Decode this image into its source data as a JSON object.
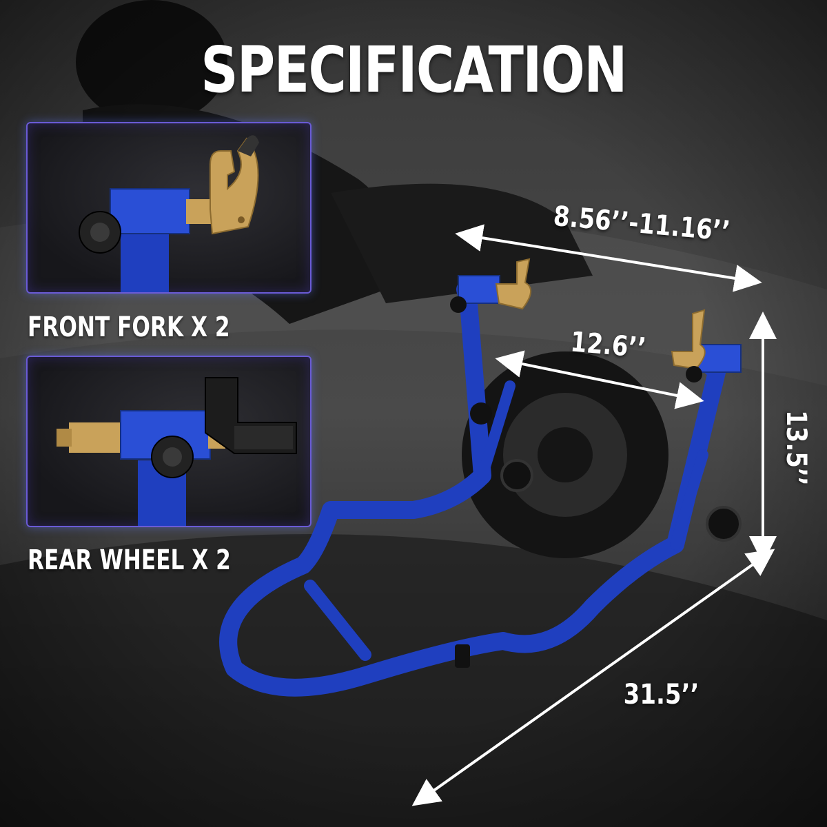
{
  "title": "SPECIFICATION",
  "insets": [
    {
      "caption": "FRONT FORK X 2"
    },
    {
      "caption": "REAR WHEEL X 2"
    }
  ],
  "dimensions": {
    "width_range": "8.56’’-11.16’’",
    "inner_width": "12.6’’",
    "height": "13.5’’",
    "length": "31.5’’"
  },
  "colors": {
    "stand_blue": "#1f3fbf",
    "brass": "#c9a25a",
    "inset_border": "#6a5bd6"
  }
}
